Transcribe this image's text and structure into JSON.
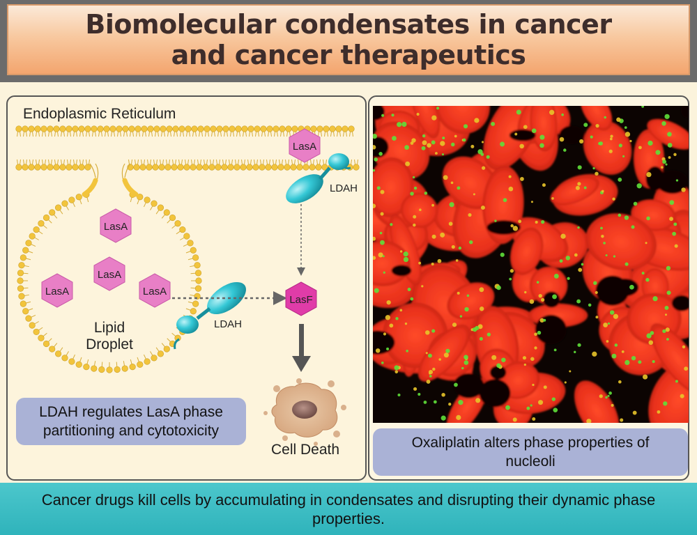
{
  "title": "Biomolecular condensates in cancer and cancer therapeutics",
  "left_panel": {
    "er_label": "Endoplasmic Reticulum",
    "lipid_droplet_label_line1": "Lipid",
    "lipid_droplet_label_line2": "Droplet",
    "lasa_label": "LasA",
    "lasf_label": "LasF",
    "ldah_label": "LDAH",
    "cell_death_label": "Cell Death",
    "caption": "LDAH regulates LasA phase partitioning and cytotoxicity"
  },
  "right_panel": {
    "caption": "Oxaliplatin alters phase properties of nucleoli"
  },
  "footer": "Cancer drugs kill cells by accumulating in condensates and disrupting their dynamic phase properties.",
  "colors": {
    "title_gradient_end": "#f3a56e",
    "lipid_gold": "#f2c43c",
    "lasa_magenta": "#e87fc6",
    "lasf_magenta": "#e03ca8",
    "ldah_cyan": "#35c8d6",
    "caption_lavender": "#aab2d6",
    "footer_teal": "#2fb3bb",
    "condensate_red": "#e8301c"
  }
}
